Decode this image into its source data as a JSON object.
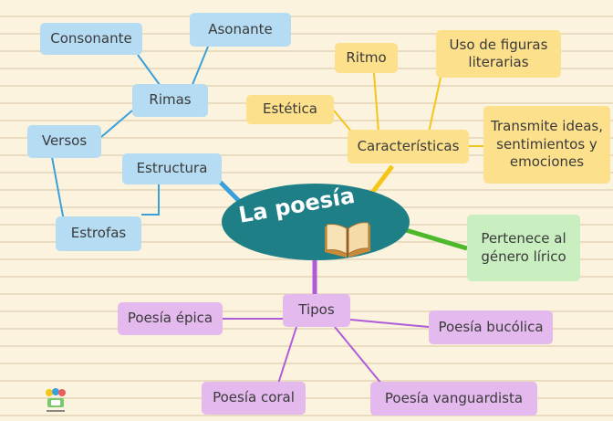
{
  "center": {
    "title": "La poesía"
  },
  "nodes": {
    "estructura": "Estructura",
    "versos": "Versos",
    "estrofas": "Estrofas",
    "rimas": "Rimas",
    "consonante": "Consonante",
    "asonante": "Asonante",
    "caracteristicas": "Características",
    "estetica": "Estética",
    "ritmo": "Ritmo",
    "figuras_line1": "Uso de figuras",
    "figuras_line2": "literarias",
    "transmite_line1": "Transmite ideas,",
    "transmite_line2": "sentimientos y",
    "transmite_line3": "emociones",
    "genero_line1": "Pertenece al",
    "genero_line2": "género lírico",
    "tipos": "Tipos",
    "epica": "Poesía épica",
    "bucolica": "Poesía bucólica",
    "coral": "Poesía coral",
    "vanguardista": "Poesía vanguardista"
  },
  "colors": {
    "background": "#fbf3de",
    "center": "#1e7f86",
    "structure_branch": "#3aa0dc",
    "features_branch": "#f5c518",
    "genre_branch": "#4cb82a",
    "types_branch": "#b05cd8"
  },
  "icons": {
    "center": "open-book-icon",
    "logo": "brand-logo-icon"
  }
}
